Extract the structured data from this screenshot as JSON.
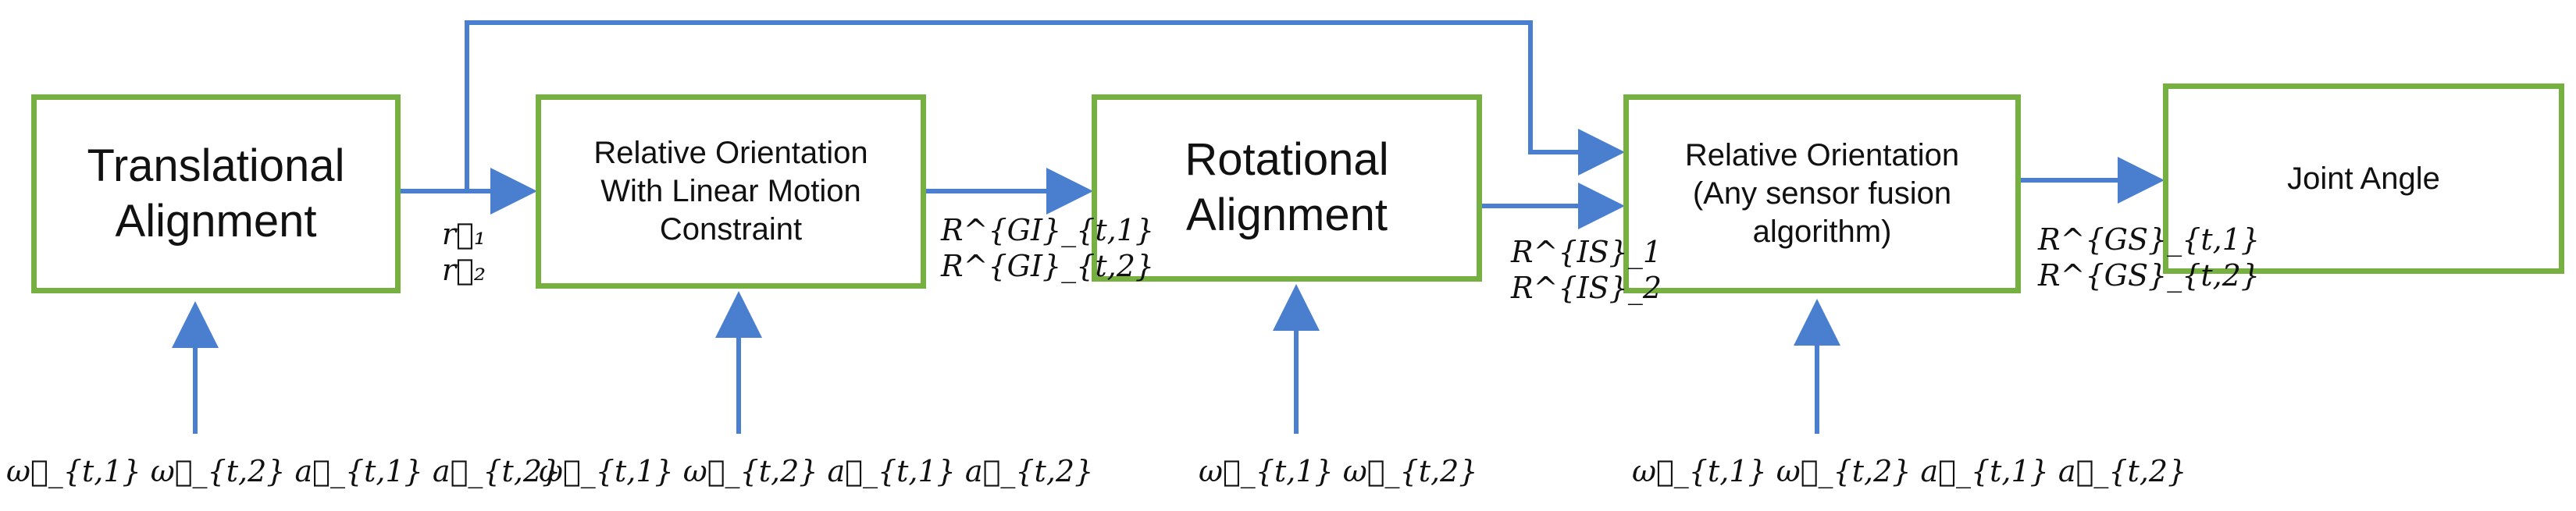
{
  "boxes": [
    {
      "id": "translational",
      "label": "Translational\nAlignment"
    },
    {
      "id": "linear",
      "label": "Relative Orientation\nWith Linear Motion\nConstraint"
    },
    {
      "id": "rotational",
      "label": "Rotational\nAlignment"
    },
    {
      "id": "fusion",
      "label": "Relative Orientation\n(Any sensor fusion\nalgorithm)"
    },
    {
      "id": "joint",
      "label": "Joint Angle"
    }
  ],
  "edge_labels": {
    "r": "r⃗₁\nr⃗₂",
    "rgi": "R^{GI}_{t,1}\nR^{GI}_{t,2}",
    "ris": "R^{IS}_1\nR^{IS}_2",
    "rgs": "R^{GS}_{t,1}\nR^{GS}_{t,2}"
  },
  "inputs": {
    "translational": "ω⃗_{t,1}  ω⃗_{t,2}  a⃗_{t,1}  a⃗_{t,2}",
    "linear": "ω⃗_{t,1}  ω⃗_{t,2}  a⃗_{t,1}  a⃗_{t,2}",
    "rotational": "ω⃗_{t,1}  ω⃗_{t,2}",
    "fusion": "ω⃗_{t,1}  ω⃗_{t,2}  a⃗_{t,1}  a⃗_{t,2}"
  },
  "colors": {
    "box_border": "#76b041",
    "arrow": "#4a7fd0",
    "text": "#111111"
  }
}
